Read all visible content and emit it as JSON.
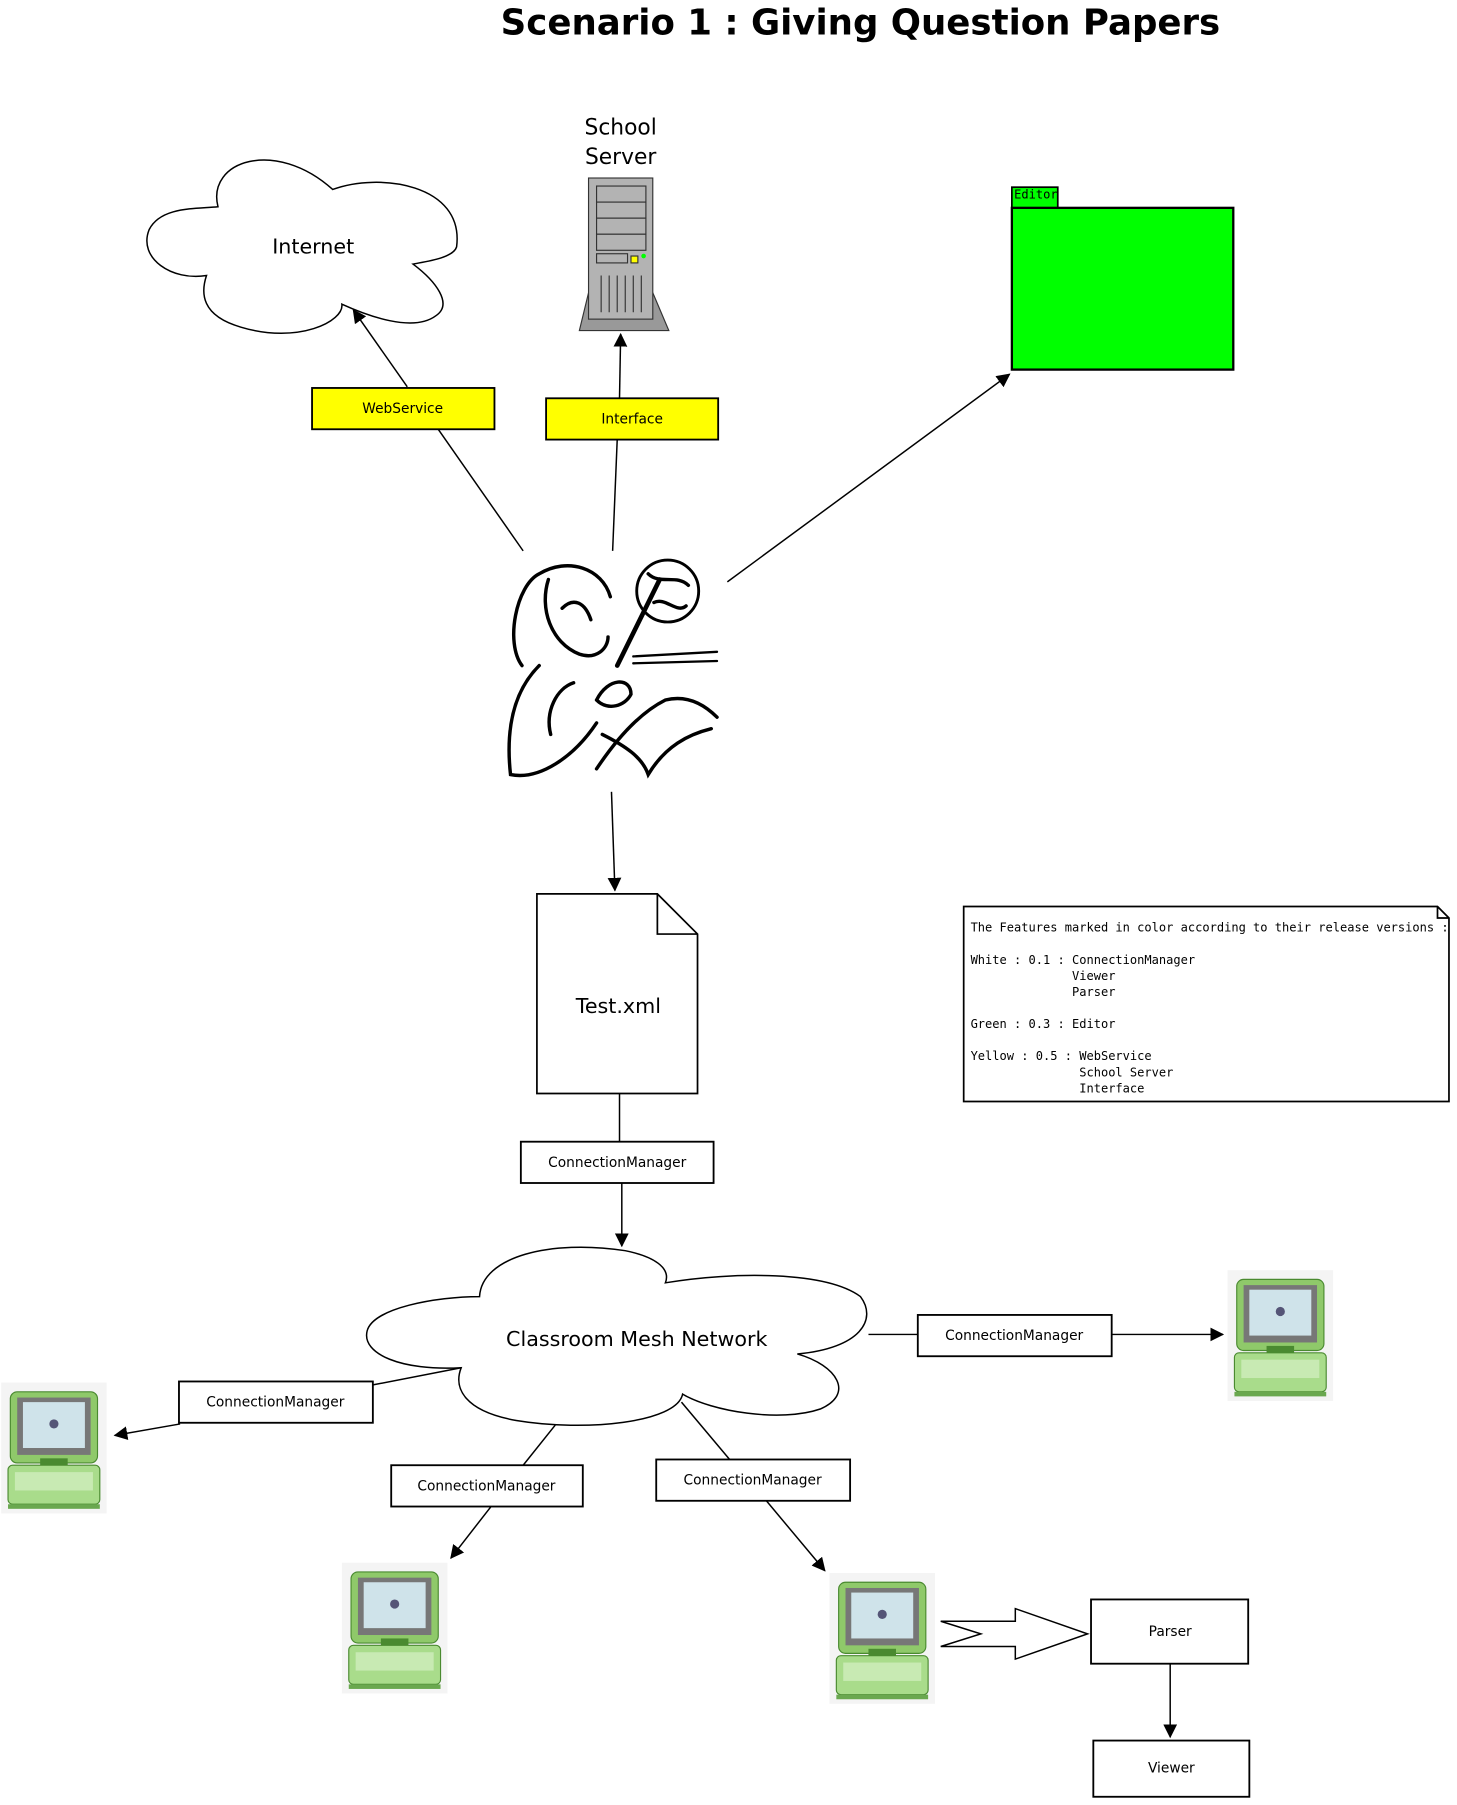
{
  "title": "Scenario 1 : Giving Question Papers",
  "nodes": {
    "internet": "Internet",
    "school_server": [
      "School",
      "Server"
    ],
    "editor_folder": "Editor",
    "webservice": "WebService",
    "interface": "Interface",
    "test_xml": "Test.xml",
    "mesh": "Classroom Mesh Network",
    "connection_manager": "ConnectionManager",
    "parser": "Parser",
    "viewer": "Viewer"
  },
  "note": {
    "lines": [
      "The Features marked in color according to their release versions :",
      "",
      "White : 0.1 : ConnectionManager",
      "              Viewer",
      "              Parser",
      "",
      "Green : 0.3 : Editor",
      "",
      "Yellow : 0.5 : WebService",
      "               School Server",
      "               Interface"
    ]
  },
  "colors": {
    "yellow": "#ffff00",
    "green": "#00ff00",
    "server_gray": "#b3b3b3"
  }
}
